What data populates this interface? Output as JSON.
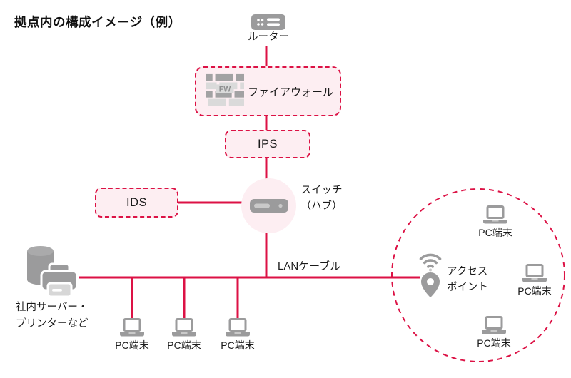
{
  "title": "拠点内の構成イメージ（例）",
  "colors": {
    "accent": "#dc1245",
    "box_fill": "#fdeef2",
    "icon_gray": "#9b9b9c",
    "icon_gray_light": "#d7d7d7"
  },
  "nodes": {
    "router": {
      "label": "ルーター"
    },
    "firewall": {
      "label": "ファイアウォール",
      "icon_text": "FW"
    },
    "ips": {
      "label": "IPS"
    },
    "ids": {
      "label": "IDS"
    },
    "switch_hub": {
      "label_line1": "スイッチ",
      "label_line2": "（ハブ）"
    },
    "lan_cable": {
      "label": "LANケーブル"
    },
    "server_printer": {
      "label_line1": "社内サーバー・",
      "label_line2": "プリンターなど"
    },
    "access_point": {
      "label_line1": "アクセス",
      "label_line2": "ポイント"
    },
    "wired_pcs": [
      {
        "label": "PC端末"
      },
      {
        "label": "PC端末"
      },
      {
        "label": "PC端末"
      }
    ],
    "wireless_pcs": [
      {
        "label": "PC端末"
      },
      {
        "label": "PC端末"
      },
      {
        "label": "PC端末"
      }
    ]
  }
}
